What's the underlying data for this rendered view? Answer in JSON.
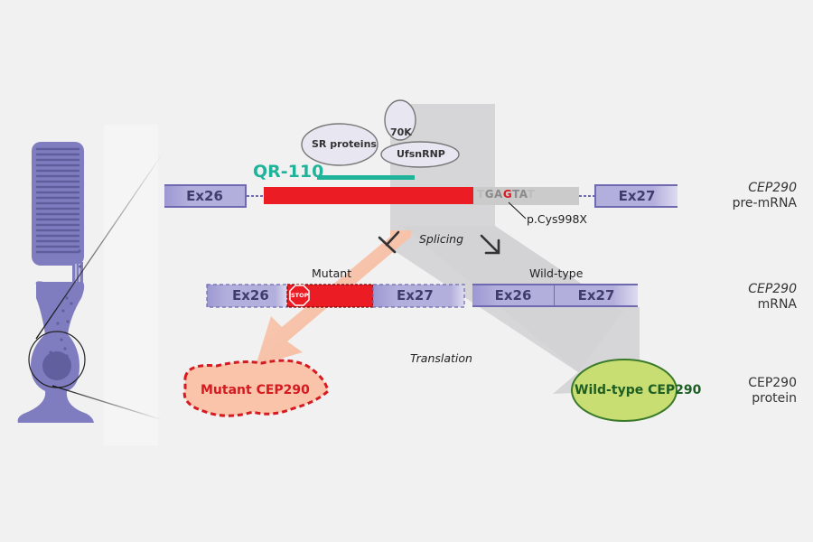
{
  "colors": {
    "background": "#f1f1f1",
    "exon_fill": "#aeaad8",
    "exon_border": "#6e69b0",
    "exon_text": "#403d6e",
    "cryptic_exon_red": "#ec1c24",
    "intron_gray": "#cccccc",
    "qr110_teal": "#1fb49a",
    "mutant_orange": "#f7c0a8",
    "mutant_text": "#d71920",
    "wildtype_fill": "#c8de72",
    "wildtype_border": "#3b7a2a",
    "wildtype_text": "#1d5e23",
    "photoreceptor": "#7f7dc0",
    "gray_arrow": "#d3d3d5"
  },
  "photoreceptor": {
    "icon": "photoreceptor-cell-icon"
  },
  "premrna": {
    "exon_left": "Ex26",
    "exon_right": "Ex27",
    "sequence_prefix": "T",
    "sequence_seg1": "GA",
    "sequence_mutation": "G",
    "sequence_seg2": "TA",
    "sequence_suffix": "T",
    "mutation_label": "p.Cys998X"
  },
  "complex": {
    "sr_proteins": "SR proteins",
    "k70": "70K",
    "ufsnrnp": "UfsnRNP"
  },
  "qr110": {
    "label": "QR-110"
  },
  "process": {
    "splicing": "Splicing",
    "translation": "Translation",
    "inhibit_icon": "inhibition-t-bar-icon",
    "promote_icon": "arrow-down-right-icon"
  },
  "mrna": {
    "mutant_label": "Mutant",
    "mutant_exon_left": "Ex26",
    "mutant_exon_right": "Ex27",
    "stop_label": "STOP",
    "wildtype_label": "Wild-type",
    "wt_exon_left": "Ex26",
    "wt_exon_right": "Ex27"
  },
  "protein": {
    "mutant": "Mutant CEP290",
    "wildtype": "Wild-type CEP290"
  },
  "side_labels": [
    {
      "gene": "CEP290",
      "type": "pre-mRNA"
    },
    {
      "gene": "CEP290",
      "type": "mRNA"
    },
    {
      "gene": "CEP290",
      "type": "protein"
    }
  ]
}
